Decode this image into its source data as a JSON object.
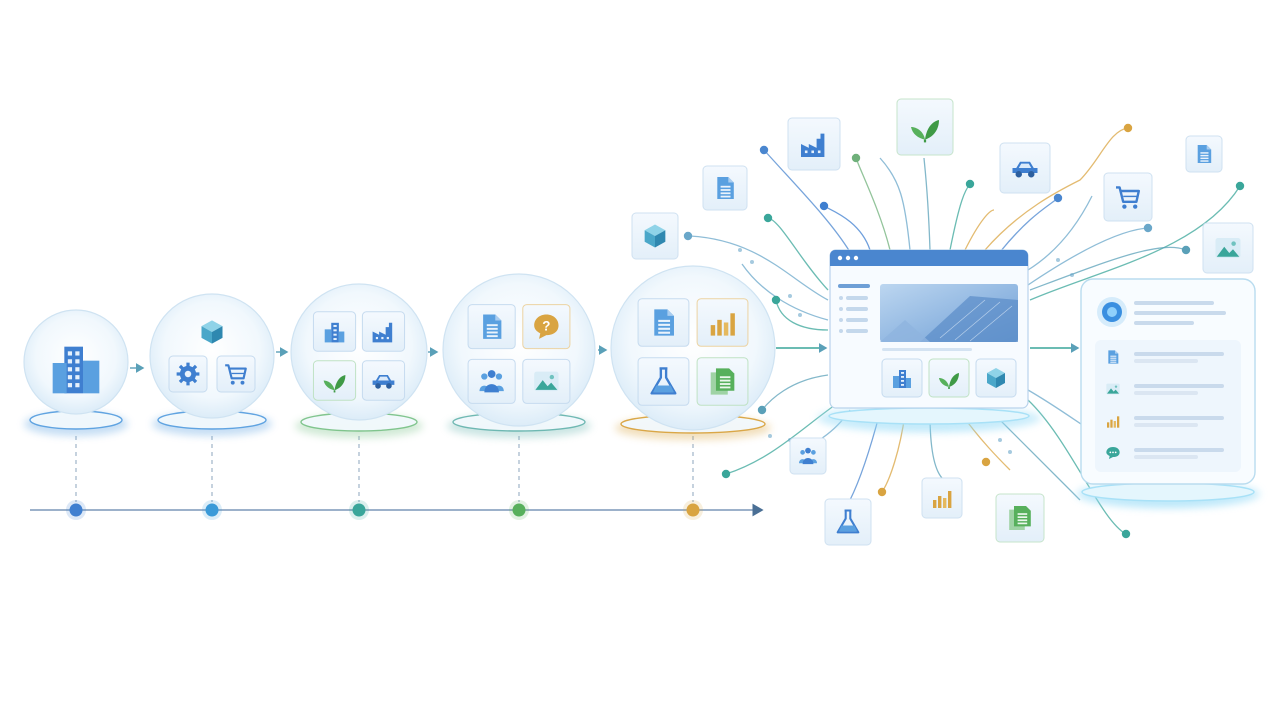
{
  "colors": {
    "blue": "#3f7fd0",
    "light_blue": "#5aa0e0",
    "teal": "#3aa69a",
    "green": "#57b05c",
    "gold": "#d9a441",
    "orb_fill": "#eef6fc",
    "panel_header": "#4a86cf",
    "glow": "#7fd3f5"
  },
  "stages": [
    {
      "id": "stage-1",
      "accent": "#5aa0e0",
      "icons": [
        "building-icon"
      ]
    },
    {
      "id": "stage-2",
      "accent": "#5aa0e0",
      "icons": [
        "cube-icon",
        "gear-icon",
        "cart-icon"
      ]
    },
    {
      "id": "stage-3",
      "accent": "#7cc38a",
      "icons": [
        "buildings-icon",
        "factory-icon",
        "leaf-icon",
        "car-icon"
      ]
    },
    {
      "id": "stage-4",
      "accent": "#6ab6b0",
      "icons": [
        "document-icon",
        "question-bubble-icon",
        "people-icon",
        "image-icon"
      ]
    },
    {
      "id": "stage-5",
      "accent": "#d9a441",
      "icons": [
        "document-icon",
        "bar-chart-icon",
        "flask-icon",
        "report-icon"
      ]
    }
  ],
  "timeline": {
    "dot_colors": [
      "#3f7fd0",
      "#3a9ad8",
      "#3aa69a",
      "#57b05c",
      "#d9a441"
    ]
  },
  "hub": {
    "tiles": [
      "buildings-icon",
      "leaf-icon",
      "cube-icon"
    ]
  },
  "floating_icons": [
    "cube-icon",
    "document-icon",
    "factory-icon",
    "leaf-icon",
    "car-icon",
    "cart-icon",
    "document-icon",
    "image-icon",
    "people-icon",
    "flask-icon",
    "bar-chart-icon",
    "report-icon"
  ],
  "output_panel": {
    "rows": [
      "document-icon",
      "image-icon",
      "bar-chart-icon",
      "chat-icon"
    ]
  }
}
